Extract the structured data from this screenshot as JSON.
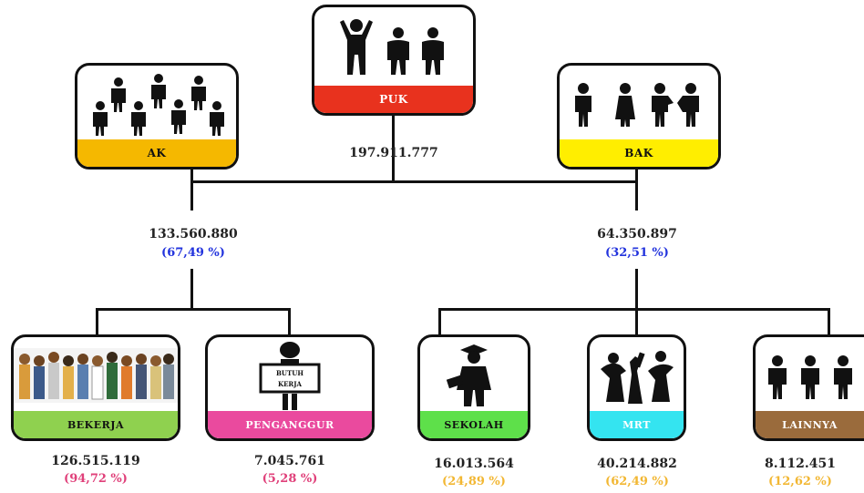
{
  "colors": {
    "puk": "#e8321e",
    "ak": "#f5b800",
    "bak": "#ffee00",
    "bekerja": "#8fd14f",
    "pengangguran": "#ea4a9e",
    "sekolah": "#5ee04a",
    "mrt": "#34e4f0",
    "lainnya": "#9a6b3c",
    "pct_blue": "#2233dd",
    "pct_pink": "#e0407a",
    "pct_orange": "#f2b733"
  },
  "nodes": {
    "puk": {
      "label": "PUK",
      "value": "197.911.777",
      "icon": "people-group-icon"
    },
    "ak": {
      "label": "AK",
      "value": "133.560.880",
      "pct": "(67,49 %)",
      "icon": "crowd-icon"
    },
    "bak": {
      "label": "BAK",
      "value": "64.350.897",
      "pct": "(32,51 %)",
      "icon": "people-icon"
    },
    "bekerja": {
      "label": "BEKERJA",
      "value": "126.515.119",
      "pct": "(94,72 %)",
      "icon": "workers-photo-icon"
    },
    "pengangguran": {
      "label": "PENGANGGUR",
      "value": "7.045.761",
      "pct": "(5,28 %)",
      "icon": "jobseeker-sign-icon",
      "sign_text": [
        "BUTUH",
        "KERJA"
      ]
    },
    "sekolah": {
      "label": "SEKOLAH",
      "value": "16.013.564",
      "pct": "(24,89 %)",
      "icon": "student-icon"
    },
    "mrt": {
      "label": "MRT",
      "value": "40.214.882",
      "pct": "(62,49 %)",
      "icon": "housework-icon"
    },
    "lainnya": {
      "label": "LAINNYA",
      "value": "8.112.451",
      "pct": "(12,62 %)",
      "icon": "people-three-icon"
    }
  }
}
